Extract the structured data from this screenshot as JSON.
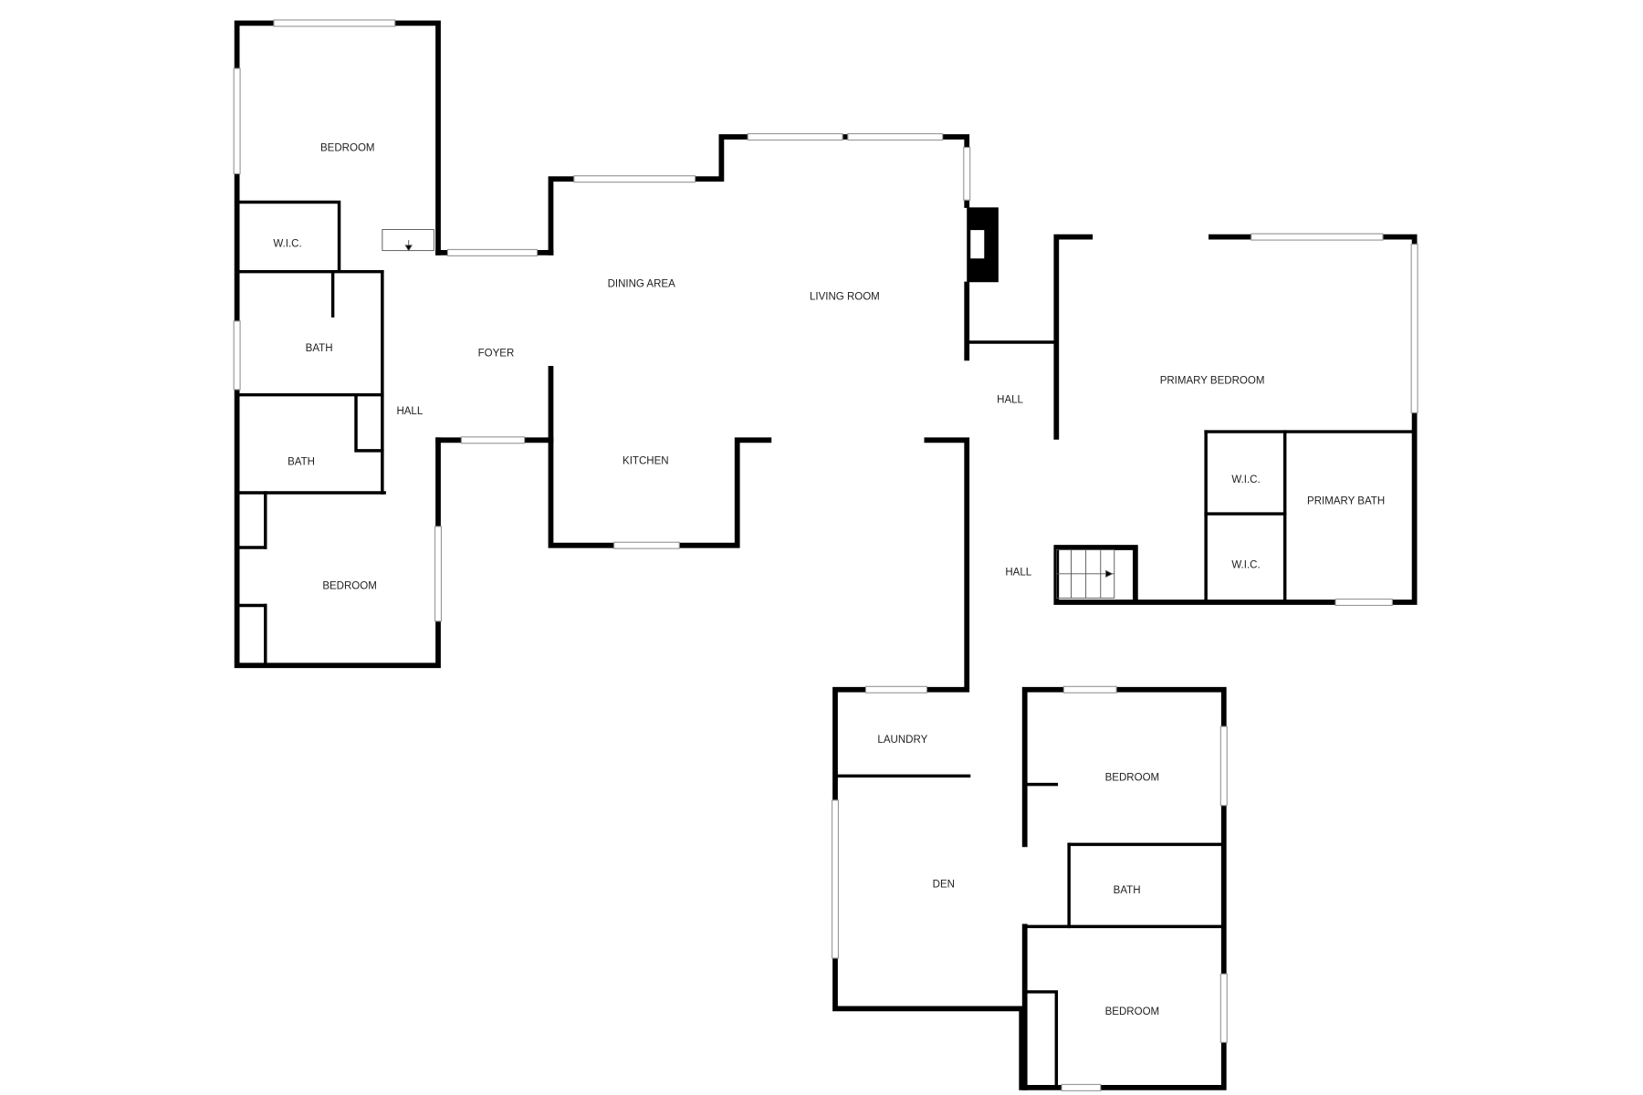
{
  "rooms": {
    "bedroom_nw": "BEDROOM",
    "wic_w": "W.I.C.",
    "bath_w1": "BATH",
    "bath_w2": "BATH",
    "hall_w": "HALL",
    "bedroom_sw": "BEDROOM",
    "foyer": "FOYER",
    "dining": "DINING AREA",
    "living": "LIVING ROOM",
    "kitchen": "KITCHEN",
    "hall_e": "HALL",
    "hall_s": "HALL",
    "primary_bedroom": "PRIMARY BEDROOM",
    "wic_p1": "W.I.C.",
    "wic_p2": "W.I.C.",
    "primary_bath": "PRIMARY BATH",
    "laundry": "LAUNDRY",
    "den": "DEN",
    "bedroom_se1": "BEDROOM",
    "bath_se": "BATH",
    "bedroom_se2": "BEDROOM"
  }
}
